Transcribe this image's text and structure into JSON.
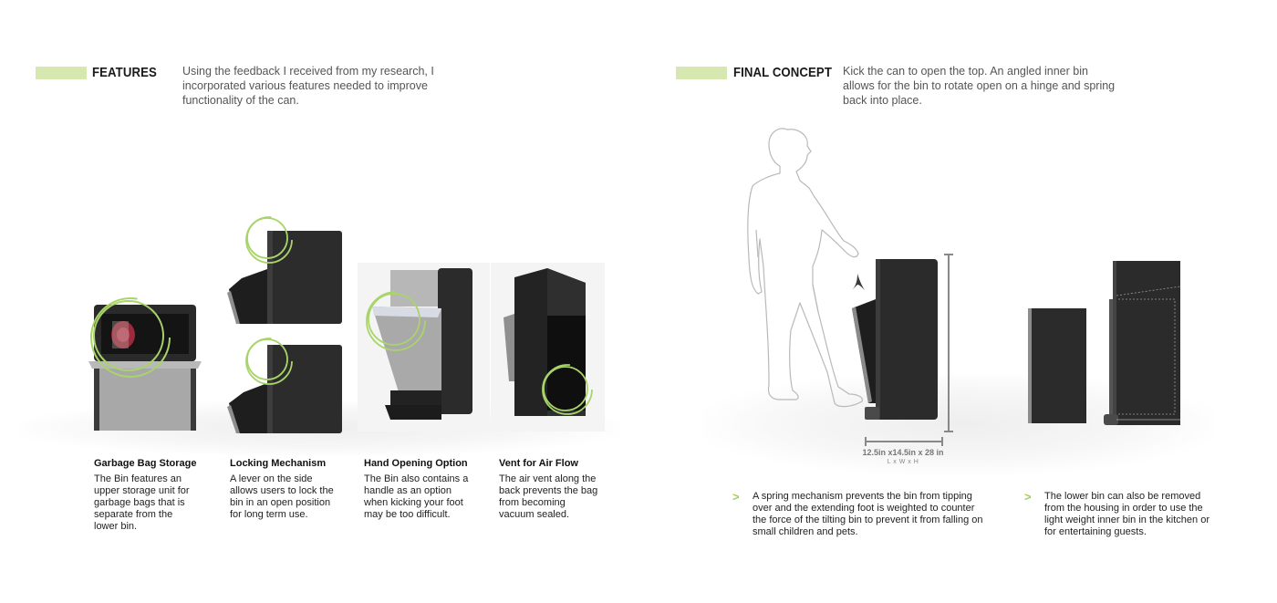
{
  "features_section": {
    "title": "FEATURES",
    "intro": "Using the feedback I received from my research, I incorporated various features needed to improve functionality of the can.",
    "accent_color": "#d6e8b0",
    "items": [
      {
        "title": "Garbage Bag Storage",
        "body": "The Bin features an upper storage unit for garbage bags that is separate from the lower bin."
      },
      {
        "title": "Locking Mechanism",
        "body": "A lever on the side allows users to lock the bin in an open position for long term use."
      },
      {
        "title": "Hand Opening Option",
        "body": "The Bin also contains a handle as an option when kicking your foot may be too difficult."
      },
      {
        "title": "Vent for Air Flow",
        "body": "The air vent along the back prevents the bag from becoming vacuum sealed."
      }
    ]
  },
  "final_concept_section": {
    "title": "FINAL CONCEPT",
    "intro": "Kick the can to open the top. An angled inner bin allows for the bin to rotate open on a hinge and spring back into place.",
    "dimensions": {
      "value": "12.5in x14.5in x 28 in",
      "label": "L x W x H"
    },
    "bullet_glyph": ">",
    "bullet_color": "#a3cd5a",
    "bullets": [
      "A spring mechanism prevents the bin from tipping over and the extending foot is weighted to counter the force of the tilting bin to prevent it from falling on small children and pets.",
      "The lower bin can also be removed from the housing in order to use the light weight inner bin in the kitchen or for entertaining guests."
    ]
  }
}
